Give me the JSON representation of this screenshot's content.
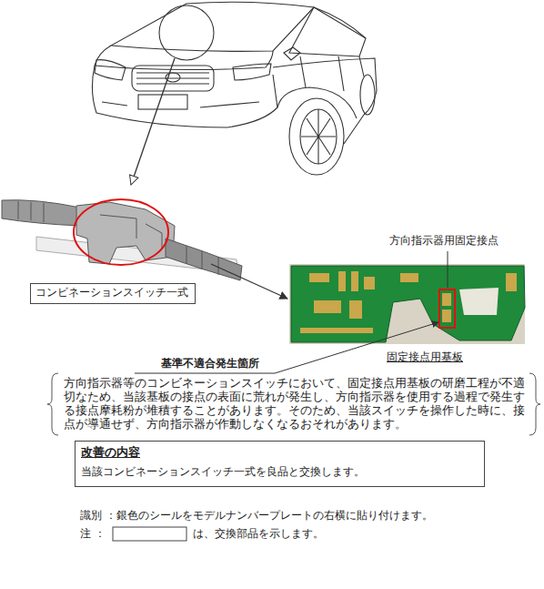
{
  "diagram": {
    "nodes": [
      {
        "text": [
          "コンビネーションスイッチ一式"
        ]
      },
      {
        "text": [
          "改善の内容",
          "当該コンビネーションスイッチ一式を良品と交換します。"
        ]
      }
    ],
    "labels": [
      "方向指示器用固定接点",
      "固定接点用基板",
      "基準不適合発生箇所",
      "方向指示器等のコンビネーションスイッチにおいて、固定接点用基板の研磨工程が不適切なため、当該基板の接点の表面に荒れが発生し、方向指示器を使用する過程で発生する接点摩耗粉が堆積することがあります。そのため、当該スイッチを操作した時に、接点が導通せず、方向指示器が作動しなくなるおそれがあります。",
      "識別 ：銀色のシールをモデルナンバープレートの右横に貼り付けます。",
      "注 ：",
      "は、交換部品を示します。"
    ]
  }
}
